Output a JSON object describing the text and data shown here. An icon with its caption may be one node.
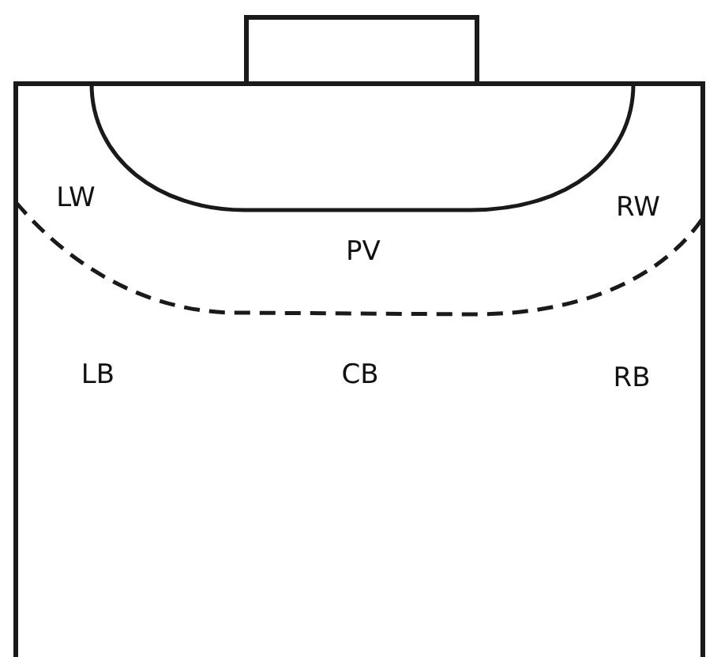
{
  "diagram": {
    "labels": [
      "LW",
      "RW",
      "PV",
      "LB",
      "CB",
      "RB"
    ]
  }
}
